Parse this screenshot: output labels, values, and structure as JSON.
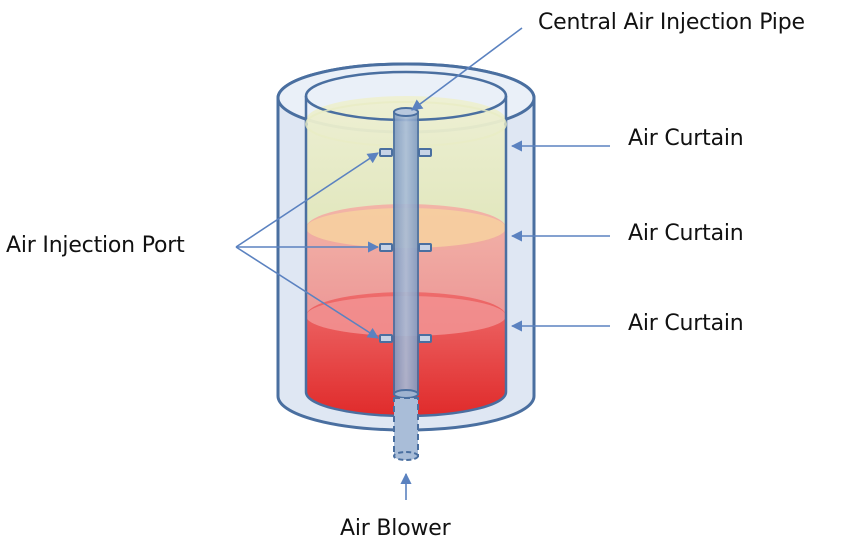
{
  "diagram": {
    "labels": {
      "central_pipe": "Central Air Injection Pipe",
      "air_curtain_1": "Air Curtain",
      "air_curtain_2": "Air Curtain",
      "air_curtain_3": "Air Curtain",
      "injection_port": "Air Injection Port",
      "air_blower": "Air Blower"
    },
    "colors": {
      "vessel_outline": "#4a6fa0",
      "vessel_fill": "#dde6f2",
      "arrow": "#5b82c0",
      "layer_top": "#e3e7b8",
      "layer_middle": "#eea2a2",
      "layer_bottom": "#e33a3a",
      "pipe": "#8fa8c8"
    }
  }
}
